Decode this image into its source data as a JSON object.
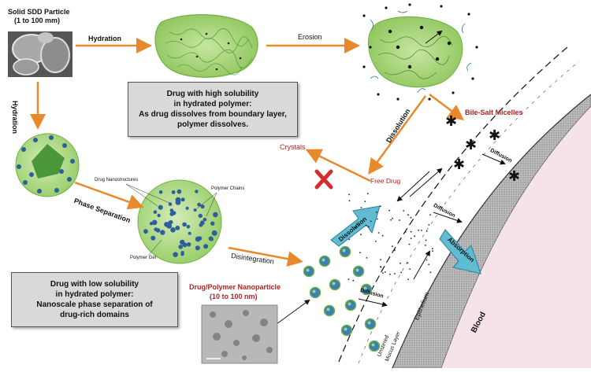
{
  "labels": {
    "sdd_title": "Solid SDD Particle",
    "sdd_size": "(1 to 100 mm)",
    "hydration_top": "Hydration",
    "hydration_left": "Hydration",
    "erosion": "Erosion",
    "dissolution_top": "Dissolution",
    "bile_salt": "Bile-Salt Micelles",
    "crystals": "Crystals",
    "free_drug": "Free Drug",
    "diffusion_1": "Diffusion",
    "diffusion_2": "Diffusion",
    "diffusion_3": "Diffusion",
    "dissolution_arrow": "Dissolution",
    "absorption_arrow": "Absorption",
    "phase_separation": "Phase Separation",
    "disintegration": "Disintegration",
    "drug_nanostructures": "Drug Nanostructures",
    "polymer_chains": "Polymer Chains",
    "polymer_gel": "Polymer Gel",
    "nanoparticle_title": "Drug/Polymer Nanoparticle",
    "nanoparticle_size": "(10 to 100 nm)",
    "epithelium": "Epithelium",
    "mucus_line1": "Unstirred",
    "mucus_line2": "Mucus Layer",
    "blood": "Blood"
  },
  "boxes": {
    "high_solubility": [
      "Drug with high solubility",
      "in hydrated polymer:",
      "As drug dissolves from boundary layer,",
      "polymer dissolves."
    ],
    "low_solubility": [
      "Drug with low solubility",
      "in hydrated polymer:",
      "Nanoscale phase separation of",
      "drug-rich domains"
    ]
  },
  "colors": {
    "arrow_orange": "#e8892b",
    "polymer_green": "#a8d27a",
    "polymer_green_dark": "#6fb043",
    "drug_blue": "#3a6ea5",
    "teal_arrow": "#5fbcd3",
    "blood_pink": "#f6e3ea",
    "crystal_red": "#d62b2b"
  }
}
